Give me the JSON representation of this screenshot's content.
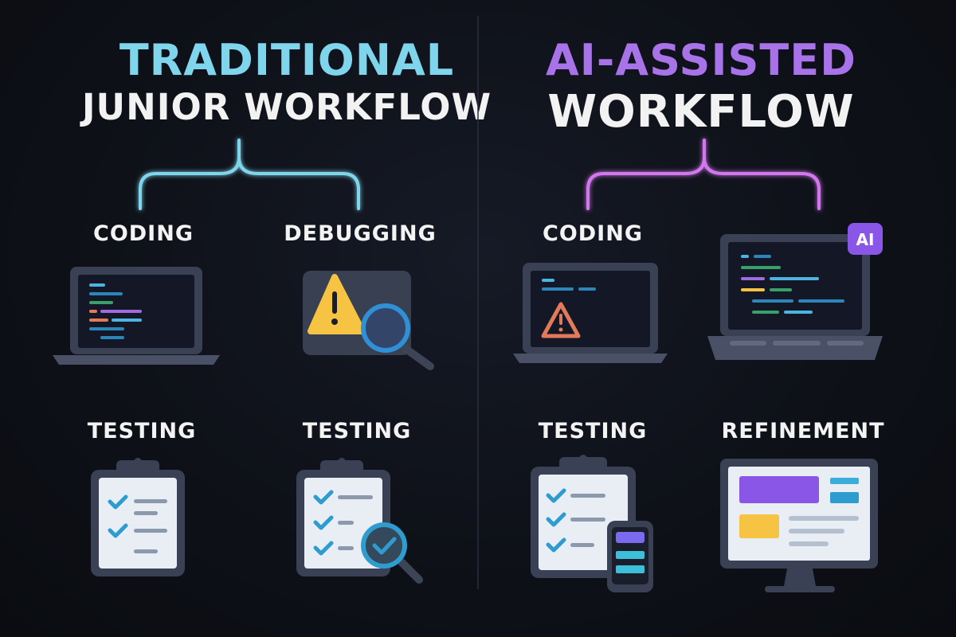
{
  "left": {
    "title": "TRADITIONAL",
    "subtitle": "JUNIOR WORKFLOW",
    "steps": [
      "CODING",
      "DEBUGGING",
      "TESTING",
      "TESTING"
    ]
  },
  "right": {
    "title": "AI-ASSISTED",
    "subtitle": "WORKFLOW",
    "steps": [
      "CODING",
      "TESTING",
      "REFINEMENT"
    ],
    "badge": "AI"
  },
  "colors": {
    "left_accent": "#7fd6ec",
    "right_accent": "#a872e8",
    "right_bracket": "#d477ee",
    "warning": "#f6c343",
    "check": "#2e9ccf"
  },
  "icons": [
    "laptop-code-icon",
    "warning-magnifier-icon",
    "clipboard-checklist-icon",
    "clipboard-magnifier-icon",
    "laptop-warning-icon",
    "laptop-ai-icon",
    "clipboard-phone-icon",
    "monitor-layout-icon"
  ]
}
